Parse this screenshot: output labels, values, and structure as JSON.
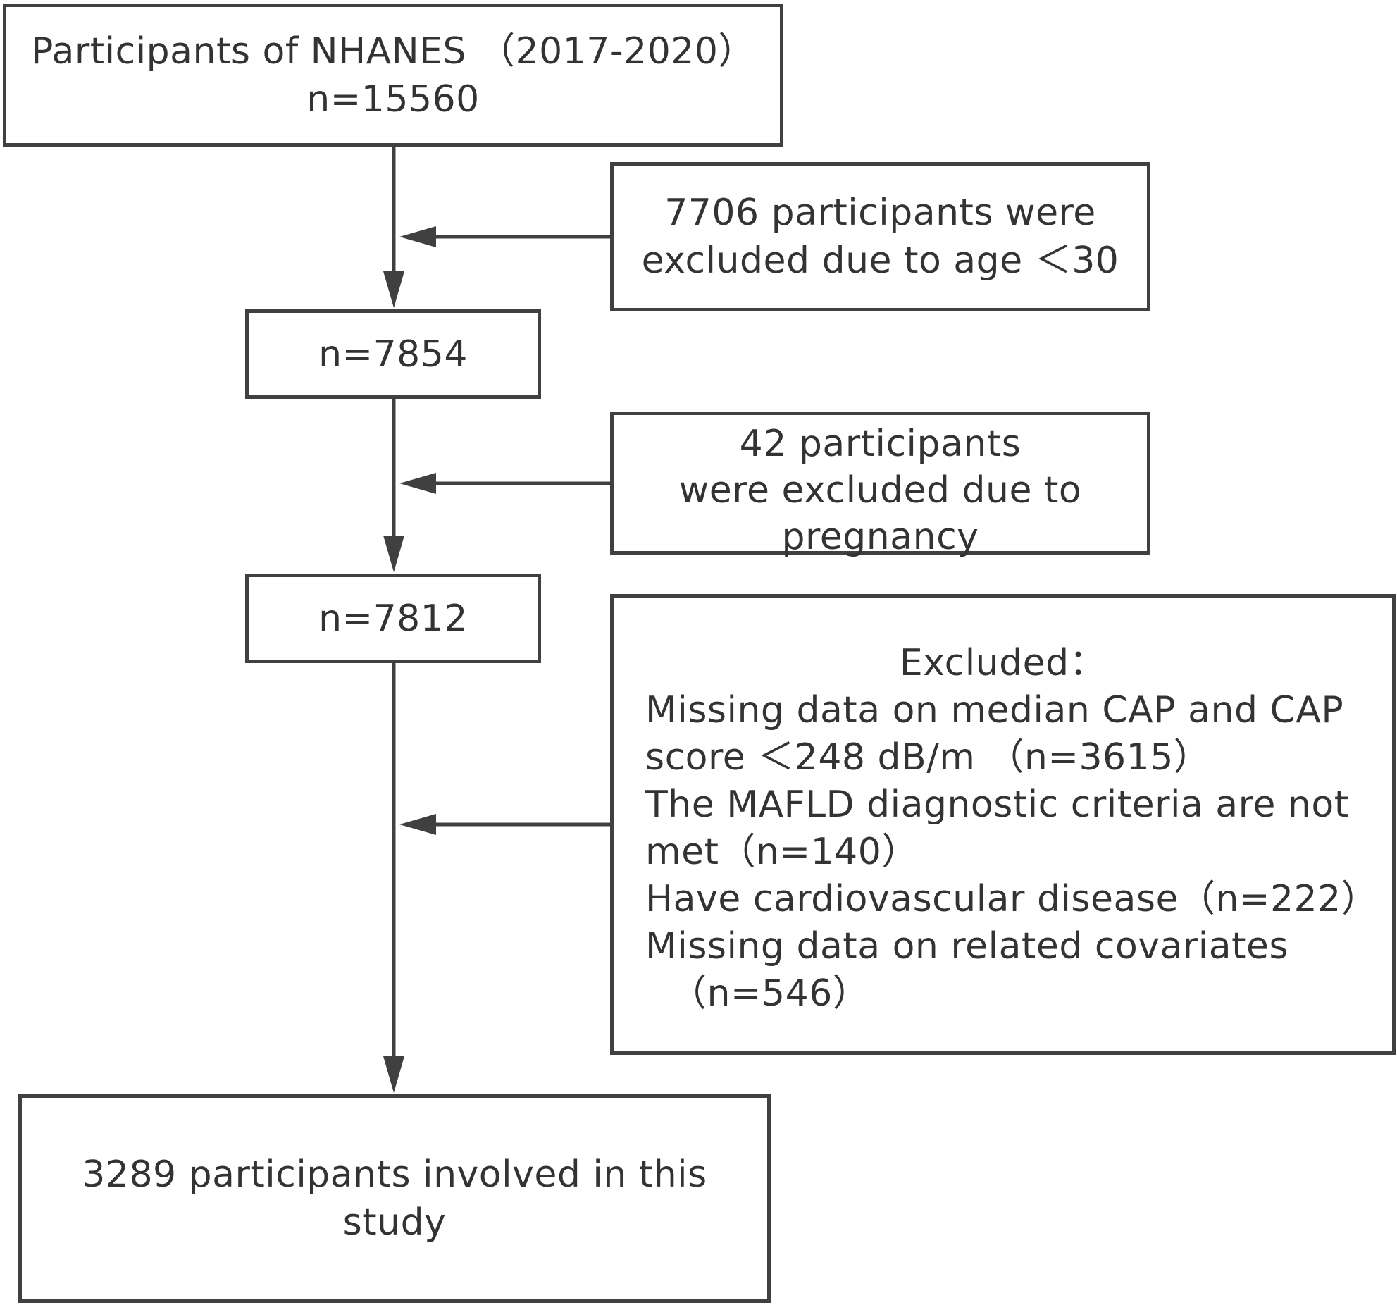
{
  "start": {
    "line1": "Participants of NHANES （2017-2020）",
    "line2": "n=15560"
  },
  "exclusion_age": {
    "line1": "7706 participants were",
    "line2": "excluded due to age ＜30"
  },
  "step1": {
    "label": "n=7854"
  },
  "exclusion_pregnancy": {
    "line1": "42 participants",
    "line2": "were excluded due to",
    "line3": "pregnancy"
  },
  "step2": {
    "label": "n=7812"
  },
  "exclusion_other": {
    "heading": "Excluded：",
    "items": [
      "Missing data on median CAP and CAP",
      "score ＜248 dB/m （n=3615）",
      "The MAFLD diagnostic criteria are not",
      "met（n=140）",
      "Have cardiovascular disease（n=222）",
      "Missing data on related covariates",
      "（n=546）"
    ]
  },
  "final": {
    "line1": "3289 participants involved in this",
    "line2": "study"
  },
  "colors": {
    "stroke": "#404040",
    "text": "#333333",
    "background": "#ffffff"
  }
}
